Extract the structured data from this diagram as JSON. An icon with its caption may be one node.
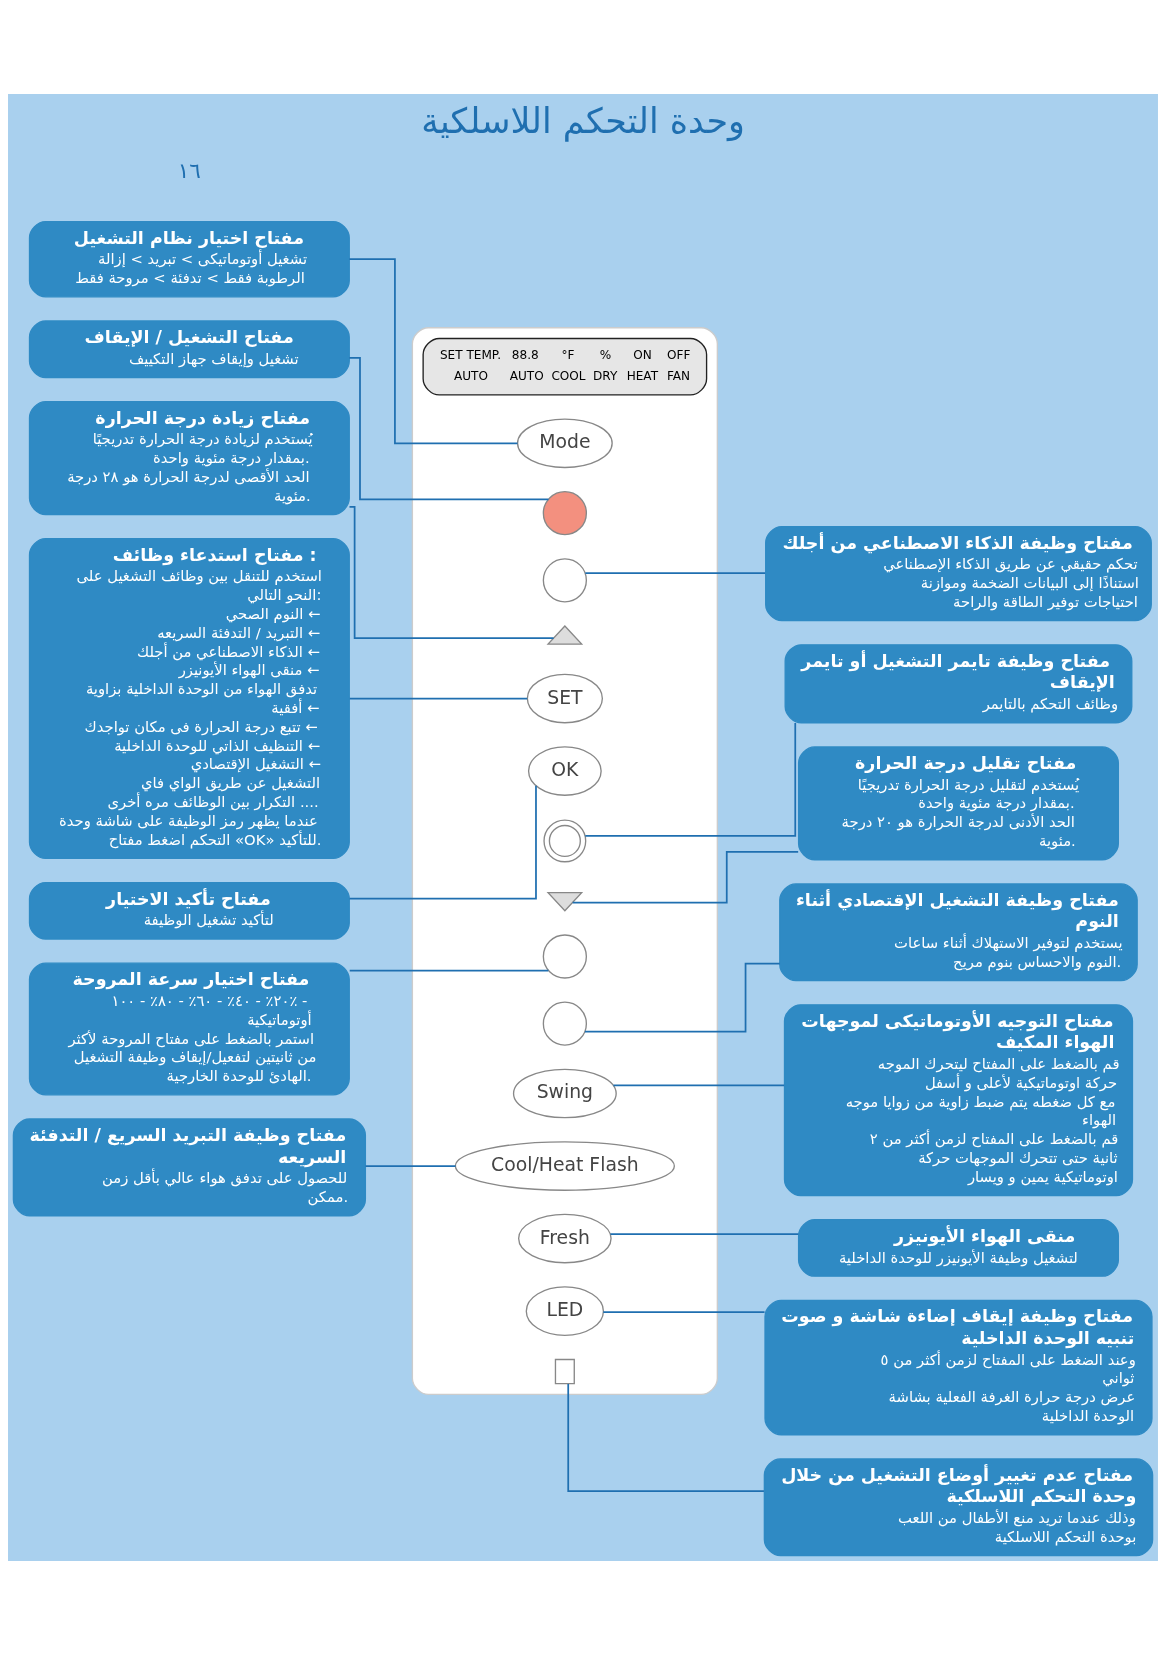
{
  "diagram": {
    "title": "وحدة التحكم اللاسلكية",
    "nodes": [
      {
        "text": [
          "مفتاح اختيار نظام التشغيل",
          "تشغيل أوتوماتيكى > تبريد > إزالة الرطوبة فقط > تدفئة > مروحة فقط"
        ]
      },
      {
        "text": [
          "مفتاح التشغيل / الإيقاف",
          "تشغيل وإيقاف جهاز التكييف"
        ]
      },
      {
        "text": [
          "مفتاح زيادة درجة الحرارة",
          "يُستخدم لزيادة درجة الحرارة تدريجيًا بمقدار درجة مئوية واحدة.",
          "الحد الأقصى لدرجة الحرارة هو ٢٨ درجة مئوية."
        ]
      },
      {
        "text": [
          "مفتاح استدعاء وظائف :",
          "استخدم للتنقل بين وظائف التشغيل على النحو التالي:",
          "النوم الصحي ←",
          "التبريد / التدفئة السريعه ←",
          "الذكاء الاصطناعي من أجلك ←",
          "منقى الهواء الأيونيزر ←",
          "تدفق الهواء من الوحدة الداخلية بزاوية أفقية ←",
          "تتبع درجة الحرارة فى مكان تواجدك ←",
          "التنظيف الذاتي للوحدة الداخلية ←",
          "التشغيل الإقتصادي ←",
          "التشغيل عن طريق الواي فاي",
          "التكرار بين الوظائف مره أخرى ....",
          "عندما يظهر رمز الوظيفة على شاشة وحدة التحكم اضغط مفتاح «OK» للتأكيد."
        ]
      },
      {
        "text": [
          "مفتاح تأكيد الاختيار",
          "لتأكيد تشغيل الوظيفة"
        ]
      },
      {
        "text": [
          "مفتاح اختيار سرعة المروحة",
          "٢٠٪ - ٤٠٪ - ٦٠٪ - ٨٠٪ - ١٠٠٪ - أوتوماتيكية",
          "استمر بالضغط على مفتاح المروحة لأكثر من ثانيتين لتفعيل/إيقاف وظيفة التشغيل الهادئ للوحدة الخارجية."
        ]
      },
      {
        "text": [
          "مفتاح وظيفة التبريد السريع / التدفئة السريعه",
          "للحصول على تدفق هواء عالي بأقل زمن ممكن."
        ]
      },
      {
        "text": [],
        "shape": "box"
      },
      {
        "text": [
          "SET TEMP.",
          "88.8",
          "°F",
          "%",
          "ON",
          "OFF",
          "AUTO",
          "AUTO",
          "COOL",
          "DRY",
          "HEAT",
          "FAN"
        ],
        "in": 7
      },
      {
        "text": [],
        "shape": "circle",
        "in": 7
      },
      {
        "text": [
          "Mode"
        ],
        "in": 7
      },
      {
        "text": [],
        "shape": "circle",
        "in": 7
      },
      {
        "text": [],
        "shape": "chevron",
        "in": 7
      },
      {
        "text": [
          "SET"
        ],
        "in": 7
      },
      {
        "text": [
          "OK"
        ],
        "in": 7
      },
      {
        "text": [],
        "shape": "clock",
        "in": 7
      },
      {
        "text": [],
        "shape": "chevron",
        "in": 7
      },
      {
        "text": [],
        "shape": "circle",
        "in": 7
      },
      {
        "text": [
          "Swing"
        ],
        "in": 7
      },
      {
        "text": [],
        "shape": "circle",
        "in": 7
      },
      {
        "text": [
          "Cool/Heat Flash"
        ],
        "in": 7
      },
      {
        "text": [
          "LED"
        ],
        "in": 7
      },
      {
        "text": [
          "Fresh"
        ],
        "in": 7
      },
      {
        "text": [],
        "shape": "lock",
        "in": 7
      },
      {
        "text": [
          "مفتاح وظيفة الذكاء الاصطناعي من أجلك",
          "تحكم حقيقي عن طريق الذكاء الإصطناعي استناذًا إلى البيانات الضخمة وموازنة احتياجات توفير الطاقة والراحة"
        ]
      },
      {
        "text": [
          "مفتاح وظيفة تايمر التشغيل أو تايمر الإيقاف",
          "وظائف التحكم بالتايمر"
        ]
      },
      {
        "text": [
          "مفتاح تقليل درجة الحرارة",
          "يُستخدم لتقليل درجة الحرارة تدريجيًا بمقدار درجة مئوية واحدة.",
          "الحد الأدنى لدرجة الحرارة هو ٢٠ درجة مئوية."
        ]
      },
      {
        "text": [
          "مفتاح وظيفة التشغيل الإقتصادي أثناء النوم",
          "يستخدم لتوفير الاستهلاك أثناء ساعات النوم والاحساس بنوم مريح."
        ]
      },
      {
        "text": [
          "مفتاح التوجيه الأوتوماتيكى لموجهات الهواء المكيف",
          "قم بالضغط على المفتاح ليتحرك الموجه حركة اوتوماتيكية لأعلى و أسفل",
          "مع كل ضغطه يتم ضبط زاوية من زوايا موجه الهواء",
          "قم بالضغط على المفتاح لزمن أكثر من ٢ ثانية حتى تتحرك الموجهات حركة اوتوماتيكية يمين و ويسار"
        ]
      },
      {
        "text": [
          "منقى الهواء الأيونيزر",
          "لتشغيل وظيفة الأيونيزر للوحدة الداخلية"
        ]
      },
      {
        "text": [
          "مفتاح وظيفة إيقاف إضاءة شاشة و صوت تنبيه الوحدة الداخلية",
          "وعند الضغط على المفتاح لزمن أكثر من ٥ ثواني",
          "عرض درجة حرارة الغرفة الفعلية بشاشة الوحدة الداخلية"
        ]
      },
      {
        "text": [
          "مفتاح عدم تغيير أوضاع التشغيل من خلال وحدة التحكم اللاسلكية",
          "وذلك عندما تريد منع الأطفال من اللعب بوحدة التحكم اللاسلكية"
        ]
      }
    ],
    "edges": [
      {
        "from": 0,
        "to": 10,
        "arrow": "none"
      },
      {
        "from": 1,
        "to": 9,
        "arrow": "none"
      },
      {
        "from": 2,
        "to": 12,
        "arrow": "none"
      },
      {
        "from": 3,
        "to": 13,
        "arrow": "none"
      },
      {
        "from": 4,
        "to": 14,
        "arrow": "none"
      },
      {
        "from": 5,
        "to": 17,
        "arrow": "none"
      },
      {
        "from": 6,
        "to": 20,
        "arrow": "none"
      },
      {
        "from": 24,
        "to": 11,
        "arrow": "none"
      },
      {
        "from": 25,
        "to": 15,
        "arrow": "none"
      },
      {
        "from": 26,
        "to": 16,
        "arrow": "none"
      },
      {
        "from": 27,
        "to": 19,
        "arrow": "none"
      },
      {
        "from": 28,
        "to": 18,
        "arrow": "none"
      },
      {
        "from": 29,
        "to": 22,
        "arrow": "none"
      },
      {
        "from": 30,
        "to": 21,
        "arrow": "none"
      },
      {
        "from": 31,
        "to": 23,
        "arrow": "none"
      }
    ],
    "labels": [
      "١٦"
    ]
  }
}
